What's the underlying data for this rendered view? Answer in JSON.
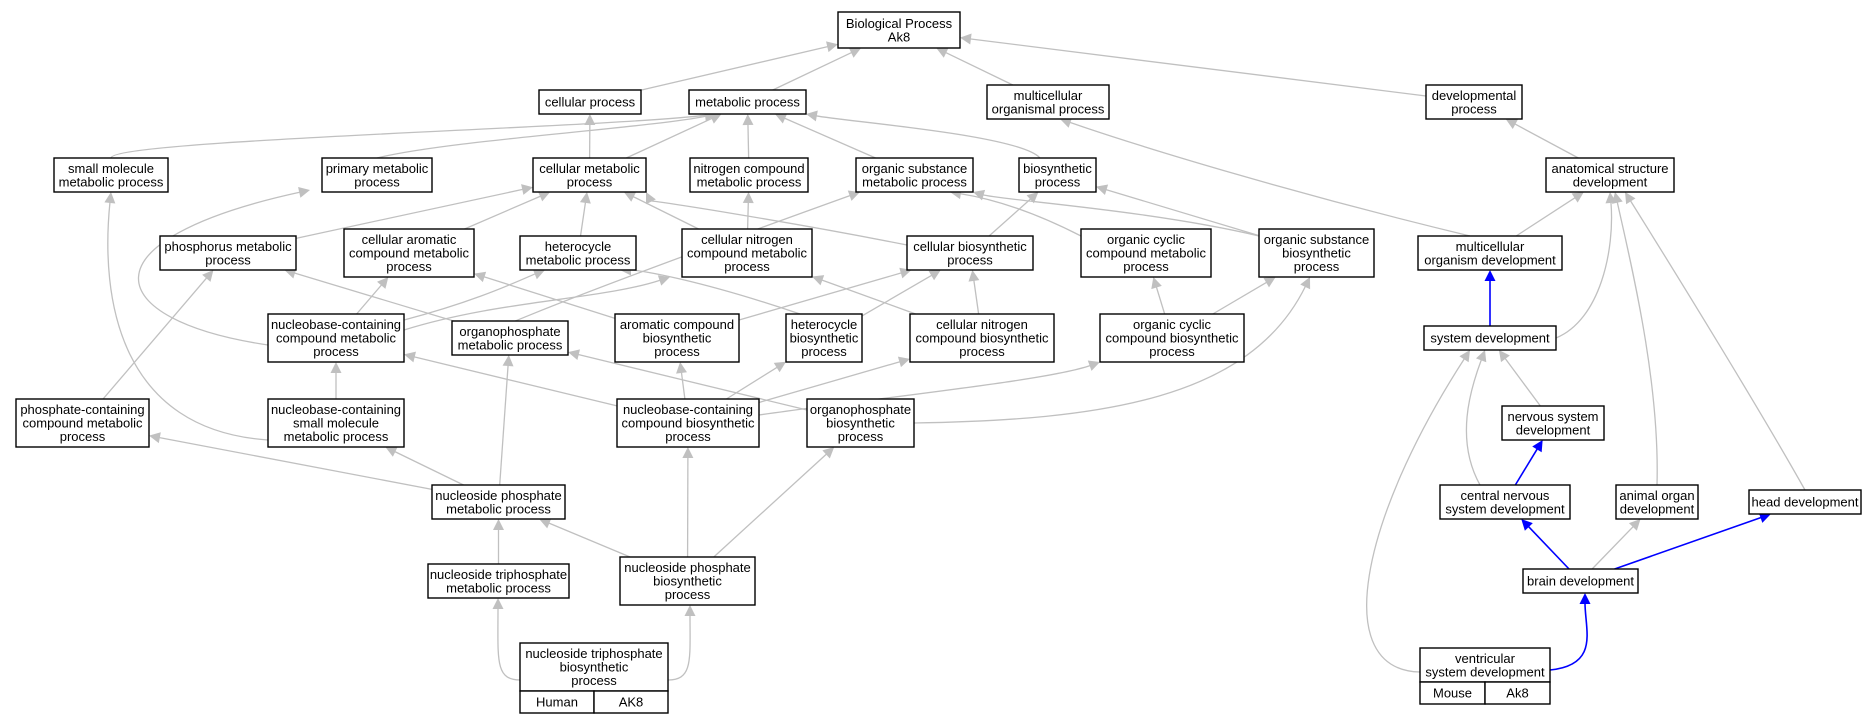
{
  "nodes": [
    {
      "id": "bp",
      "lines": [
        "Biological Process",
        "Ak8"
      ]
    },
    {
      "id": "cellular",
      "lines": [
        "cellular process"
      ]
    },
    {
      "id": "metabolic",
      "lines": [
        "metabolic process"
      ]
    },
    {
      "id": "multiorg",
      "lines": [
        "multicellular",
        "organismal process"
      ]
    },
    {
      "id": "developmental",
      "lines": [
        "developmental",
        "process"
      ]
    },
    {
      "id": "smallmol",
      "lines": [
        "small molecule",
        "metabolic process"
      ]
    },
    {
      "id": "primary",
      "lines": [
        "primary metabolic",
        "process"
      ]
    },
    {
      "id": "cellmet",
      "lines": [
        "cellular metabolic",
        "process"
      ]
    },
    {
      "id": "nitro",
      "lines": [
        "nitrogen compound",
        "metabolic process"
      ]
    },
    {
      "id": "orgsub",
      "lines": [
        "organic substance",
        "metabolic process"
      ]
    },
    {
      "id": "biosyn",
      "lines": [
        "biosynthetic",
        "process"
      ]
    },
    {
      "id": "anat",
      "lines": [
        "anatomical structure",
        "development"
      ]
    },
    {
      "id": "phosphorus",
      "lines": [
        "phosphorus metabolic",
        "process"
      ]
    },
    {
      "id": "cellarom",
      "lines": [
        "cellular aromatic",
        "compound metabolic",
        "process"
      ]
    },
    {
      "id": "hetero",
      "lines": [
        "heterocycle",
        "metabolic process"
      ]
    },
    {
      "id": "cellnitro",
      "lines": [
        "cellular nitrogen",
        "compound metabolic",
        "process"
      ]
    },
    {
      "id": "cellbio",
      "lines": [
        "cellular biosynthetic",
        "process"
      ]
    },
    {
      "id": "orgcyc",
      "lines": [
        "organic cyclic",
        "compound metabolic",
        "process"
      ]
    },
    {
      "id": "orgsubbio",
      "lines": [
        "organic substance",
        "biosynthetic",
        "process"
      ]
    },
    {
      "id": "multidev",
      "lines": [
        "multicellular",
        "organism development"
      ]
    },
    {
      "id": "nbcmet",
      "lines": [
        "nucleobase-containing",
        "compound metabolic",
        "process"
      ]
    },
    {
      "id": "orgphos",
      "lines": [
        "organophosphate",
        "metabolic process"
      ]
    },
    {
      "id": "arombio",
      "lines": [
        "aromatic compound",
        "biosynthetic",
        "process"
      ]
    },
    {
      "id": "heterobio",
      "lines": [
        "heterocycle",
        "biosynthetic",
        "process"
      ]
    },
    {
      "id": "cellnitrobio",
      "lines": [
        "cellular nitrogen",
        "compound biosynthetic",
        "process"
      ]
    },
    {
      "id": "orgcycbio",
      "lines": [
        "organic cyclic",
        "compound biosynthetic",
        "process"
      ]
    },
    {
      "id": "sysdev",
      "lines": [
        "system development"
      ]
    },
    {
      "id": "phoscont",
      "lines": [
        "phosphate-containing",
        "compound metabolic",
        "process"
      ]
    },
    {
      "id": "nbcsmall",
      "lines": [
        "nucleobase-containing",
        "small molecule",
        "metabolic process"
      ]
    },
    {
      "id": "nbcbio",
      "lines": [
        "nucleobase-containing",
        "compound biosynthetic",
        "process"
      ]
    },
    {
      "id": "orgphosbio",
      "lines": [
        "organophosphate",
        "biosynthetic",
        "process"
      ]
    },
    {
      "id": "nervous",
      "lines": [
        "nervous system",
        "development"
      ]
    },
    {
      "id": "nucphosmet",
      "lines": [
        "nucleoside phosphate",
        "metabolic process"
      ]
    },
    {
      "id": "cns",
      "lines": [
        "central nervous",
        "system development"
      ]
    },
    {
      "id": "animalorgan",
      "lines": [
        "animal organ",
        "development"
      ]
    },
    {
      "id": "headdev",
      "lines": [
        "head development"
      ]
    },
    {
      "id": "nuctrimet",
      "lines": [
        "nucleoside triphosphate",
        "metabolic process"
      ]
    },
    {
      "id": "nucphosbio",
      "lines": [
        "nucleoside phosphate",
        "biosynthetic",
        "process"
      ]
    },
    {
      "id": "braindev",
      "lines": [
        "brain development"
      ]
    },
    {
      "id": "nuctribio",
      "lines": [
        "nucleoside triphosphate",
        "biosynthetic",
        "process"
      ],
      "labels": [
        "Human",
        "AK8"
      ]
    },
    {
      "id": "ventric",
      "lines": [
        "ventricular",
        "system development"
      ],
      "labels": [
        "Mouse",
        "Ak8"
      ]
    }
  ],
  "edges": [
    {
      "from": "cellular",
      "to": "bp",
      "color": "gray"
    },
    {
      "from": "metabolic",
      "to": "bp",
      "color": "gray"
    },
    {
      "from": "multiorg",
      "to": "bp",
      "color": "gray"
    },
    {
      "from": "developmental",
      "to": "bp",
      "color": "gray"
    },
    {
      "from": "smallmol",
      "to": "metabolic",
      "color": "gray"
    },
    {
      "from": "primary",
      "to": "metabolic",
      "color": "gray"
    },
    {
      "from": "cellmet",
      "to": "metabolic",
      "color": "gray"
    },
    {
      "from": "cellmet",
      "to": "cellular",
      "color": "gray"
    },
    {
      "from": "nitro",
      "to": "metabolic",
      "color": "gray"
    },
    {
      "from": "orgsub",
      "to": "metabolic",
      "color": "gray"
    },
    {
      "from": "biosyn",
      "to": "metabolic",
      "color": "gray"
    },
    {
      "from": "anat",
      "to": "developmental",
      "color": "gray"
    },
    {
      "from": "multidev",
      "to": "multiorg",
      "color": "gray"
    },
    {
      "from": "multidev",
      "to": "anat",
      "color": "gray"
    },
    {
      "from": "phosphorus",
      "to": "cellmet",
      "color": "gray"
    },
    {
      "from": "cellarom",
      "to": "cellmet",
      "color": "gray"
    },
    {
      "from": "hetero",
      "to": "cellmet",
      "color": "gray"
    },
    {
      "from": "cellnitro",
      "to": "cellmet",
      "color": "gray"
    },
    {
      "from": "cellnitro",
      "to": "nitro",
      "color": "gray"
    },
    {
      "from": "cellbio",
      "to": "cellmet",
      "color": "gray"
    },
    {
      "from": "cellbio",
      "to": "biosyn",
      "color": "gray"
    },
    {
      "from": "orgcyc",
      "to": "orgsub",
      "color": "gray"
    },
    {
      "from": "orgsubbio",
      "to": "orgsub",
      "color": "gray"
    },
    {
      "from": "orgsubbio",
      "to": "biosyn",
      "color": "gray"
    },
    {
      "from": "nbcmet",
      "to": "primary",
      "color": "gray"
    },
    {
      "from": "nbcmet",
      "to": "cellarom",
      "color": "gray"
    },
    {
      "from": "nbcmet",
      "to": "hetero",
      "color": "gray"
    },
    {
      "from": "nbcmet",
      "to": "cellnitro",
      "color": "gray"
    },
    {
      "from": "orgphos",
      "to": "phosphorus",
      "color": "gray"
    },
    {
      "from": "orgphos",
      "to": "orgsub",
      "color": "gray"
    },
    {
      "from": "arombio",
      "to": "cellarom",
      "color": "gray"
    },
    {
      "from": "arombio",
      "to": "cellbio",
      "color": "gray"
    },
    {
      "from": "heterobio",
      "to": "hetero",
      "color": "gray"
    },
    {
      "from": "heterobio",
      "to": "cellbio",
      "color": "gray"
    },
    {
      "from": "cellnitrobio",
      "to": "cellnitro",
      "color": "gray"
    },
    {
      "from": "cellnitrobio",
      "to": "cellbio",
      "color": "gray"
    },
    {
      "from": "orgcycbio",
      "to": "orgcyc",
      "color": "gray"
    },
    {
      "from": "orgcycbio",
      "to": "orgsubbio",
      "color": "gray"
    },
    {
      "from": "sysdev",
      "to": "multidev",
      "color": "blue"
    },
    {
      "from": "sysdev",
      "to": "anat",
      "color": "gray"
    },
    {
      "from": "phoscont",
      "to": "phosphorus",
      "color": "gray"
    },
    {
      "from": "nbcsmall",
      "to": "nbcmet",
      "color": "gray"
    },
    {
      "from": "nbcsmall",
      "to": "smallmol",
      "color": "gray"
    },
    {
      "from": "nbcbio",
      "to": "nbcmet",
      "color": "gray"
    },
    {
      "from": "nbcbio",
      "to": "arombio",
      "color": "gray"
    },
    {
      "from": "nbcbio",
      "to": "heterobio",
      "color": "gray"
    },
    {
      "from": "nbcbio",
      "to": "cellnitrobio",
      "color": "gray"
    },
    {
      "from": "nbcbio",
      "to": "orgcycbio",
      "color": "gray"
    },
    {
      "from": "orgphosbio",
      "to": "orgphos",
      "color": "gray"
    },
    {
      "from": "orgphosbio",
      "to": "orgsubbio",
      "color": "gray"
    },
    {
      "from": "nervous",
      "to": "sysdev",
      "color": "gray"
    },
    {
      "from": "nucphosmet",
      "to": "phoscont",
      "color": "gray"
    },
    {
      "from": "nucphosmet",
      "to": "nbcsmall",
      "color": "gray"
    },
    {
      "from": "nucphosmet",
      "to": "orgphos",
      "color": "gray"
    },
    {
      "from": "cns",
      "to": "nervous",
      "color": "blue"
    },
    {
      "from": "cns",
      "to": "sysdev",
      "color": "gray"
    },
    {
      "from": "animalorgan",
      "to": "anat",
      "color": "gray"
    },
    {
      "from": "headdev",
      "to": "anat",
      "color": "gray"
    },
    {
      "from": "nuctrimet",
      "to": "nucphosmet",
      "color": "gray"
    },
    {
      "from": "nucphosbio",
      "to": "nucphosmet",
      "color": "gray"
    },
    {
      "from": "nucphosbio",
      "to": "nbcbio",
      "color": "gray"
    },
    {
      "from": "nucphosbio",
      "to": "orgphosbio",
      "color": "gray"
    },
    {
      "from": "braindev",
      "to": "cns",
      "color": "blue"
    },
    {
      "from": "braindev",
      "to": "headdev",
      "color": "blue"
    },
    {
      "from": "braindev",
      "to": "animalorgan",
      "color": "gray"
    },
    {
      "from": "nuctribio",
      "to": "nuctrimet",
      "color": "gray"
    },
    {
      "from": "nuctribio",
      "to": "nucphosbio",
      "color": "gray"
    },
    {
      "from": "ventric",
      "to": "braindev",
      "color": "blue"
    },
    {
      "from": "ventric",
      "to": "sysdev",
      "color": "gray"
    }
  ],
  "colors": {
    "node_border": "#000000",
    "node_fill": "#ffffff",
    "edge_gray": "#c0c0c0",
    "edge_blue": "#0000ff",
    "label_human": "#ff6347",
    "label_mouse": "#add8e6"
  }
}
